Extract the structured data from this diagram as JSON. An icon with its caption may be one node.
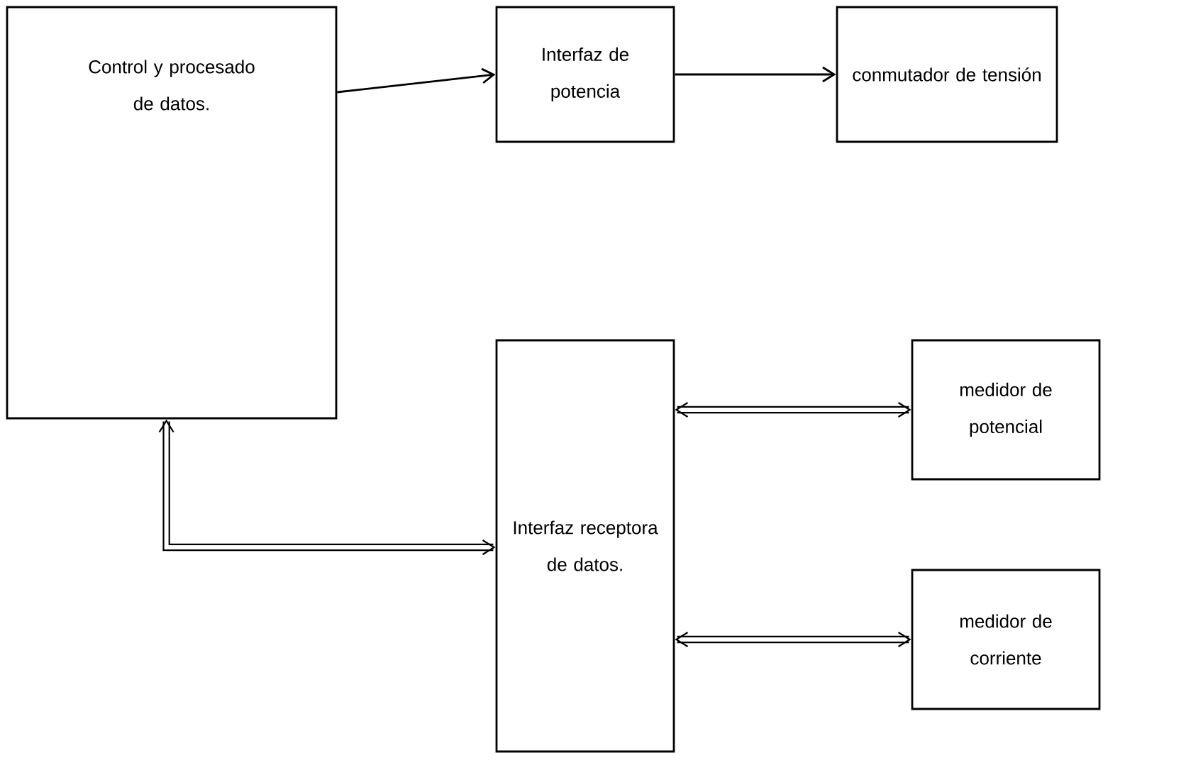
{
  "diagram": {
    "nodes": [
      {
        "text": [
          "Control y procesado de datos."
        ]
      },
      {
        "text": [
          "Interfaz de potencia"
        ]
      },
      {
        "text": [
          "conmutador de tensión"
        ]
      },
      {
        "text": [
          "Interfaz receptora de datos."
        ]
      },
      {
        "text": [
          "medidor de potencial"
        ]
      },
      {
        "text": [
          "medidor de corriente"
        ]
      }
    ],
    "edges": [
      {
        "from": 0,
        "to": 1,
        "arrow": "to"
      },
      {
        "from": 1,
        "to": 2,
        "arrow": "to"
      },
      {
        "from": 0,
        "to": 3,
        "arrow": "both"
      },
      {
        "from": 3,
        "to": 4,
        "arrow": "both"
      },
      {
        "from": 3,
        "to": 5,
        "arrow": "both"
      }
    ]
  }
}
